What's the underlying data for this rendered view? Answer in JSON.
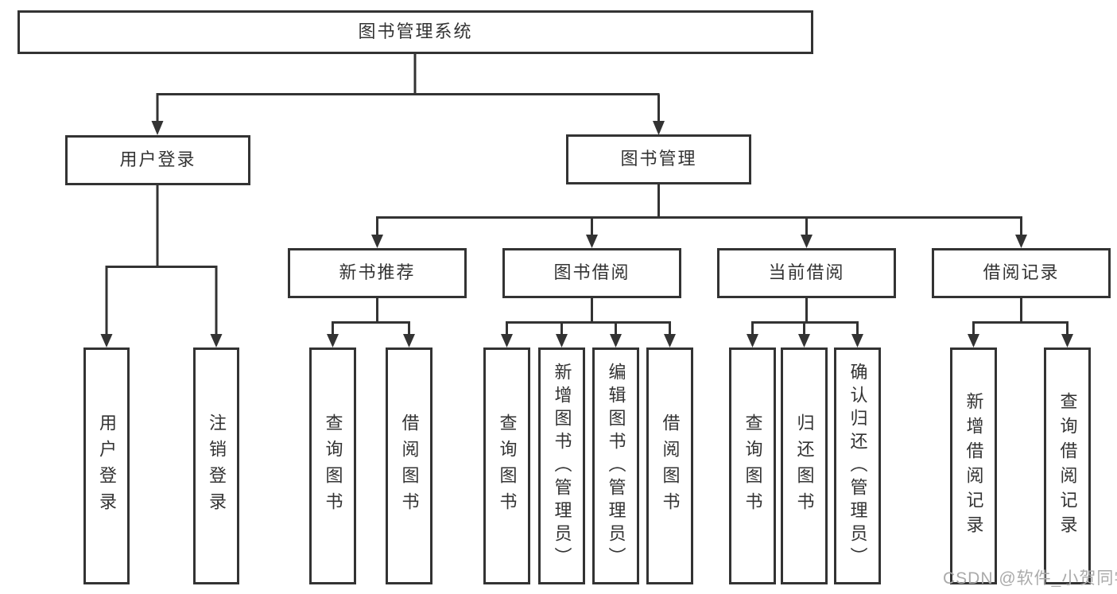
{
  "diagram": {
    "type": "hierarchy-tree",
    "root": {
      "label": "图书管理系统"
    },
    "branches": [
      {
        "label": "用户登录",
        "leaves": [
          {
            "label": "用户登录"
          },
          {
            "label": "注销登录"
          }
        ]
      },
      {
        "label": "图书管理",
        "sections": [
          {
            "label": "新书推荐",
            "leaves": [
              {
                "label": "查询图书"
              },
              {
                "label": "借阅图书"
              }
            ]
          },
          {
            "label": "图书借阅",
            "leaves": [
              {
                "label": "查询图书"
              },
              {
                "label": "新增图书（管理员）"
              },
              {
                "label": "编辑图书（管理员）"
              },
              {
                "label": "借阅图书"
              }
            ]
          },
          {
            "label": "当前借阅",
            "leaves": [
              {
                "label": "查询图书"
              },
              {
                "label": "归还图书"
              },
              {
                "label": "确认归还（管理员）"
              }
            ]
          },
          {
            "label": "借阅记录",
            "leaves": [
              {
                "label": "新增借阅记录"
              },
              {
                "label": "查询借阅记录"
              }
            ]
          }
        ]
      }
    ]
  },
  "watermark": {
    "text": "CSDN @软件_小贺同学"
  },
  "colors": {
    "line": "#333333",
    "border": "#333333",
    "text": "#333333",
    "background": "#ffffff",
    "watermark": "#aaaaaa"
  }
}
